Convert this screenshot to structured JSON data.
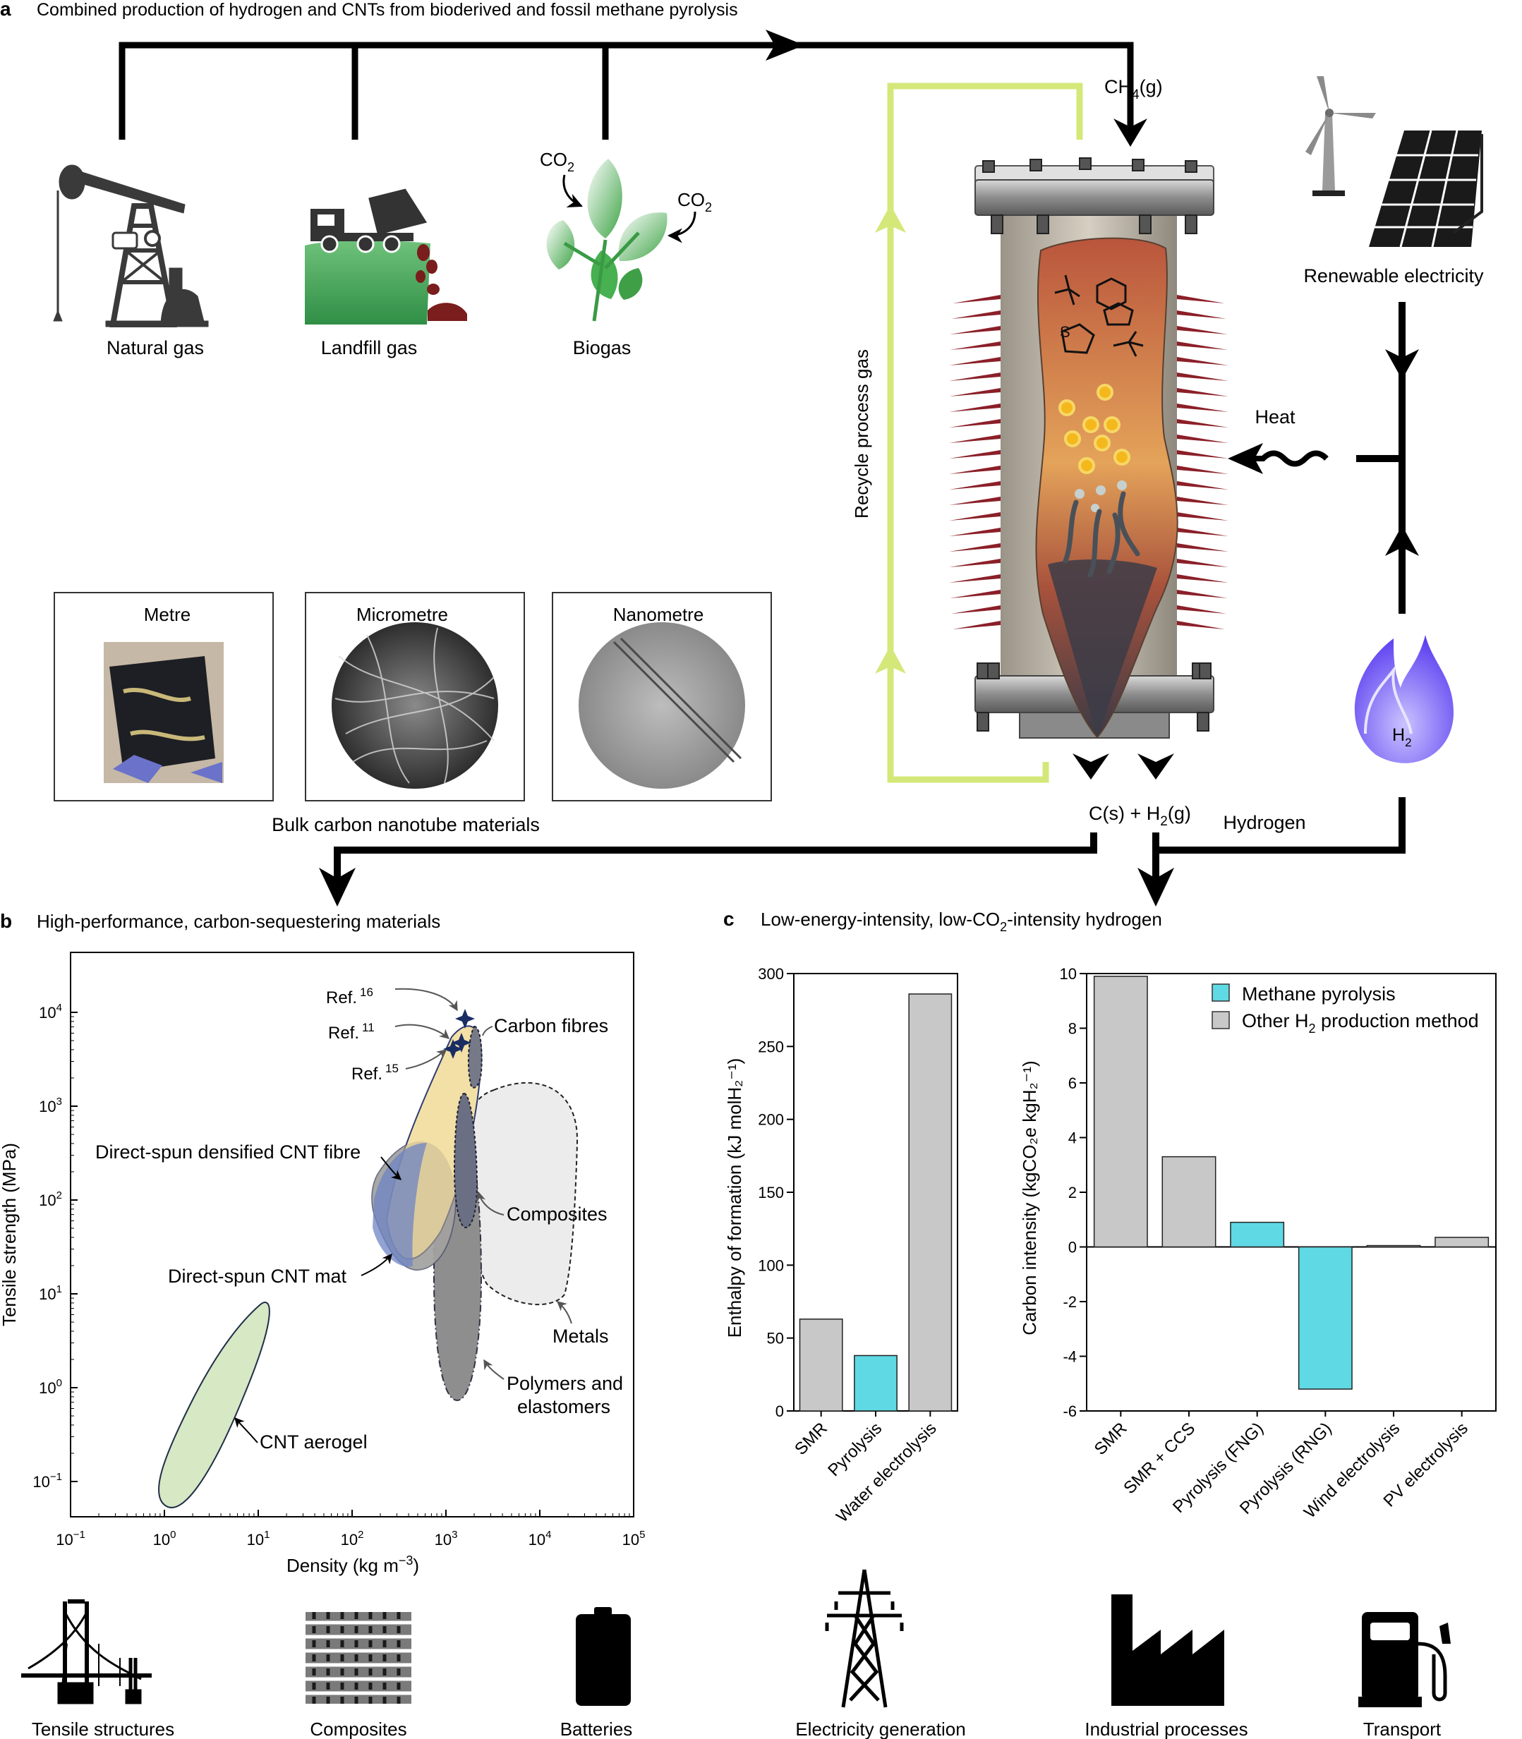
{
  "panel_a": {
    "letter": "a",
    "title": "Combined production of hydrogen and CNTs from bioderived and fossil methane pyrolysis",
    "sources": [
      "Natural gas",
      "Landfill gas",
      "Biogas"
    ],
    "co2_text": "CO",
    "co2_sub": "2",
    "ch4_main": "CH",
    "ch4_sub": "4",
    "ch4_tail": "(g)",
    "recycle_label": "Recycle process gas",
    "renewable_label": "Renewable electricity",
    "heat_label": "Heat",
    "h2_main": "H",
    "h2_sub": "2",
    "products_a": "C(s) + H",
    "products_b": "2",
    "products_c": "(g)",
    "hydrogen_label": "Hydrogen",
    "scales": [
      "Metre",
      "Micrometre",
      "Nanometre"
    ],
    "bulk_label": "Bulk carbon nanotube materials"
  },
  "panel_b": {
    "letter": "b",
    "title": "High-performance, carbon-sequestering materials",
    "regions": [
      "Carbon fibres",
      "Direct-spun densified CNT fibre",
      "Composites",
      "Direct-spun CNT mat",
      "Metals",
      "Polymers and",
      "elastomers",
      "CNT aerogel"
    ],
    "refs": [
      {
        "text": "Ref.",
        "sup": "16"
      },
      {
        "text": "Ref.",
        "sup": "11"
      },
      {
        "text": "Ref.",
        "sup": "15"
      }
    ],
    "xlabel_a": "Density (kg m",
    "xlabel_sup": "−3",
    "xlabel_b": ")",
    "ylabel": "Tensile strength (MPa)",
    "xticks": [
      {
        "base": "10",
        "exp": "−1"
      },
      {
        "base": "10",
        "exp": "0"
      },
      {
        "base": "10",
        "exp": "1"
      },
      {
        "base": "10",
        "exp": "2"
      },
      {
        "base": "10",
        "exp": "3"
      },
      {
        "base": "10",
        "exp": "4"
      },
      {
        "base": "10",
        "exp": "5"
      }
    ],
    "yticks": [
      {
        "base": "10",
        "exp": "−1"
      },
      {
        "base": "10",
        "exp": "0"
      },
      {
        "base": "10",
        "exp": "1"
      },
      {
        "base": "10",
        "exp": "2"
      },
      {
        "base": "10",
        "exp": "3"
      },
      {
        "base": "10",
        "exp": "4"
      }
    ]
  },
  "panel_c": {
    "letter": "c",
    "title_a": "Low-energy-intensity, low-CO",
    "title_sub": "2",
    "title_b": "-intensity hydrogen",
    "legend_pyrolysis": "Methane pyrolysis",
    "legend_other_a": "Other H",
    "legend_other_sub": "2",
    "legend_other_b": " production method",
    "left_ylabel": "Enthalpy of formation (kJ molH₂⁻¹)",
    "right_ylabel": "Carbon intensity (kgCO₂e kgH₂⁻¹)"
  },
  "applications": [
    "Tensile structures",
    "Composites",
    "Batteries",
    "Electricity generation",
    "Industrial processes",
    "Transport"
  ],
  "colors": {
    "pyrolysis": "#5fd9e3",
    "other": "#c8c8c8",
    "recycle": "#d4e87a",
    "flame": "#6b5cf0"
  },
  "chart_data": [
    {
      "type": "bar",
      "categories": [
        "SMR",
        "Pyrolysis",
        "Water electrolysis"
      ],
      "values": [
        63,
        38,
        286
      ],
      "kinds": [
        "other",
        "pyrolysis",
        "other"
      ],
      "ylabel": "Enthalpy of formation (kJ molH₂⁻¹)",
      "ylim": [
        0,
        300
      ],
      "yticks": [
        0,
        50,
        100,
        150,
        200,
        250,
        300
      ]
    },
    {
      "type": "bar",
      "categories": [
        "SMR",
        "SMR + CCS",
        "Pyrolysis (FNG)",
        "Pyrolysis (RNG)",
        "Wind electrolysis",
        "PV electrolysis"
      ],
      "values": [
        9.9,
        3.3,
        0.9,
        -5.2,
        0.05,
        0.35
      ],
      "kinds": [
        "other",
        "other",
        "pyrolysis",
        "pyrolysis",
        "other",
        "other"
      ],
      "ylabel": "Carbon intensity (kgCO₂e kgH₂⁻¹)",
      "ylim": [
        -6,
        10
      ],
      "yticks": [
        -6,
        -4,
        -2,
        0,
        2,
        4,
        6,
        8,
        10
      ],
      "legend": [
        "Methane pyrolysis",
        "Other H₂ production method"
      ]
    }
  ]
}
